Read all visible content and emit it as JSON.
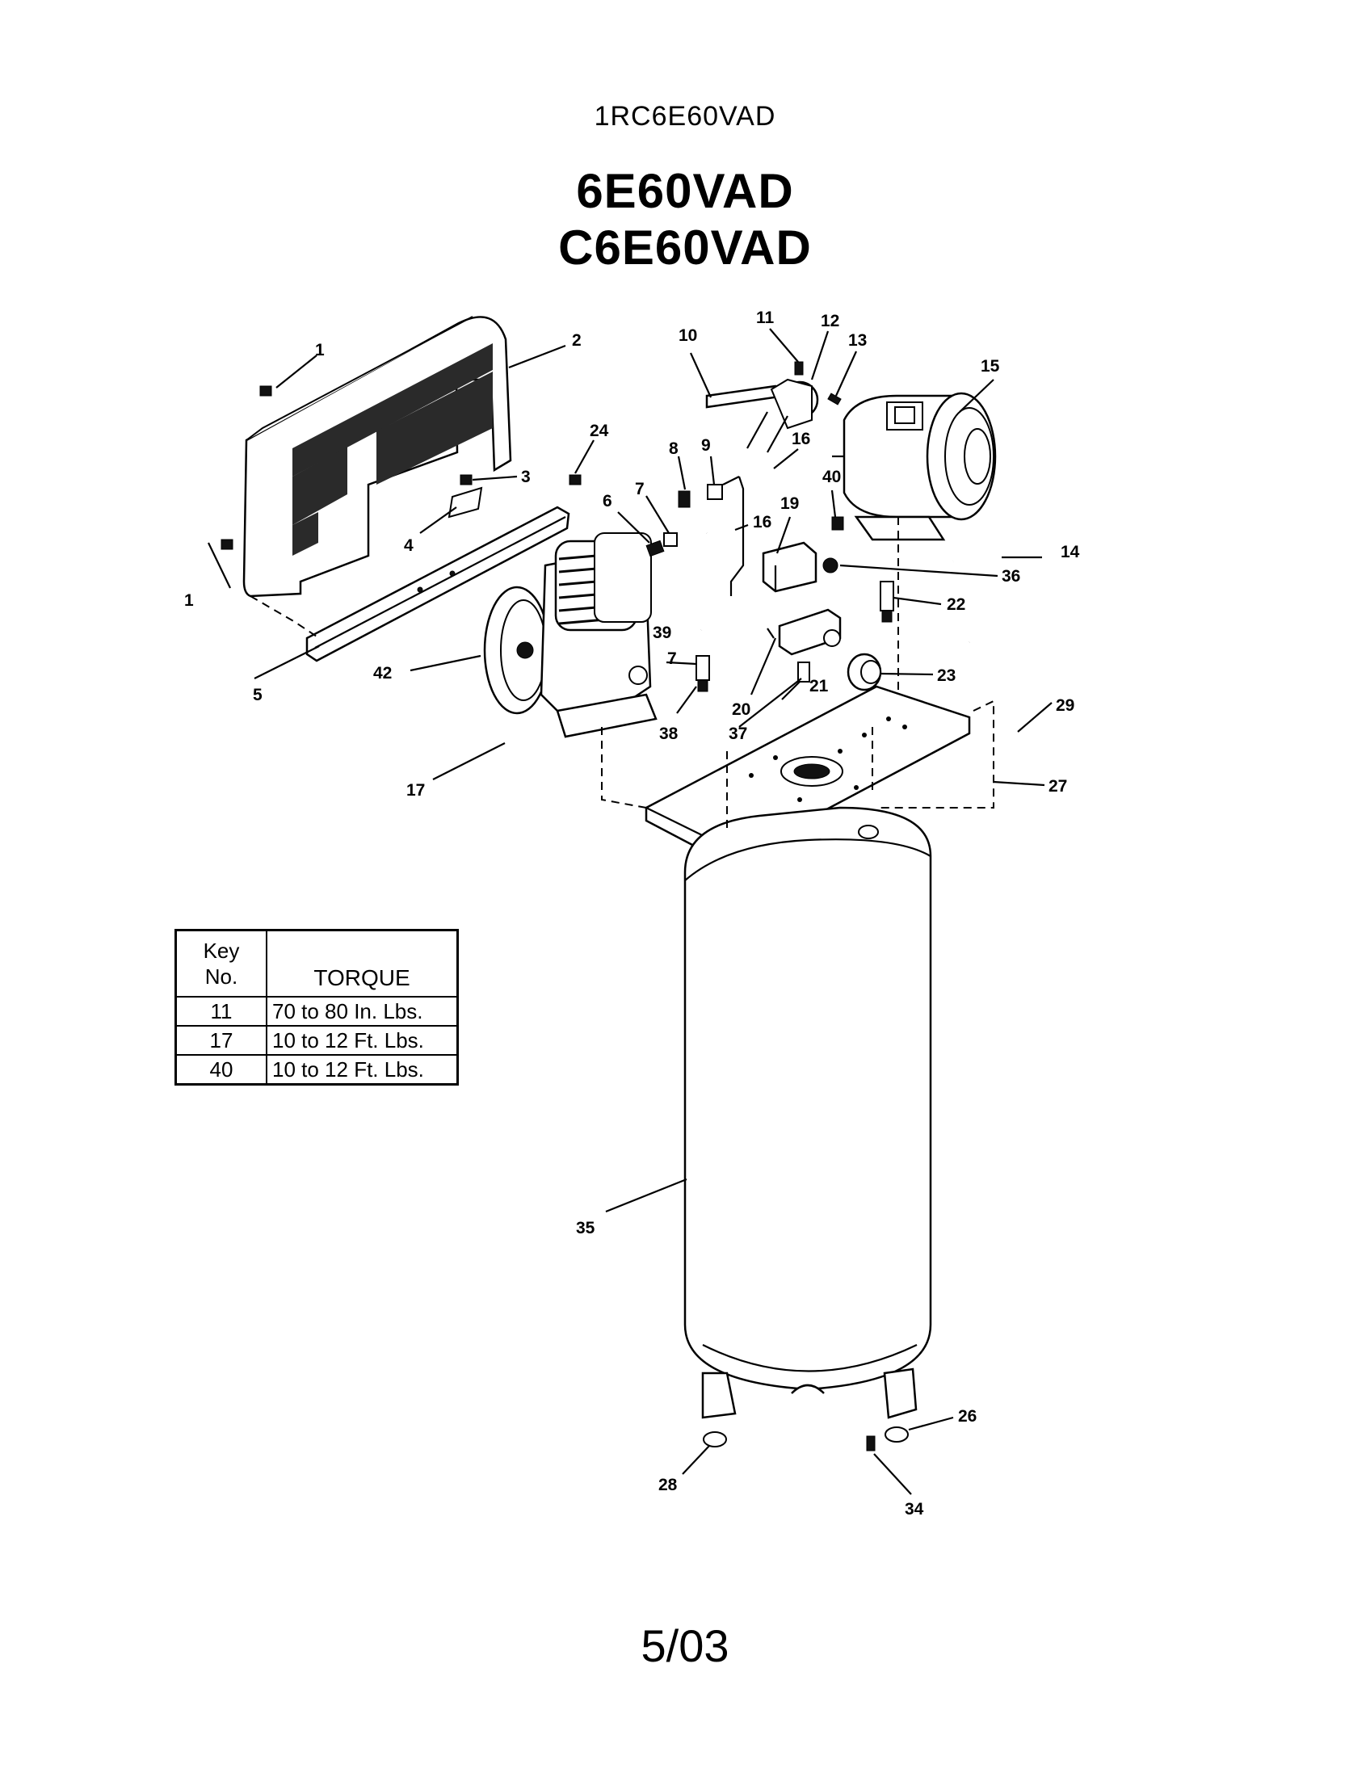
{
  "header": {
    "model_code": "1RC6E60VAD",
    "model_1": "6E60VAD",
    "model_2": "C6E60VAD"
  },
  "callouts": [
    "1",
    "2",
    "1",
    "3",
    "4",
    "5",
    "42",
    "24",
    "8",
    "9",
    "6",
    "7",
    "10",
    "11",
    "12",
    "13",
    "16",
    "15",
    "40",
    "19",
    "16",
    "39",
    "36",
    "14",
    "22",
    "20",
    "21",
    "23",
    "7",
    "38",
    "37",
    "29",
    "27",
    "17",
    "35",
    "26",
    "28",
    "34"
  ],
  "torque_table": {
    "header_key": "Key\nNo.",
    "header_key_line1": "Key",
    "header_key_line2": "No.",
    "header_torque": "TORQUE",
    "rows": [
      {
        "key": "11",
        "torque": "70 to 80 In. Lbs."
      },
      {
        "key": "17",
        "torque": "10 to 12 Ft. Lbs."
      },
      {
        "key": "40",
        "torque": "10 to 12 Ft. Lbs."
      }
    ]
  },
  "footer": {
    "date": "5/03"
  }
}
